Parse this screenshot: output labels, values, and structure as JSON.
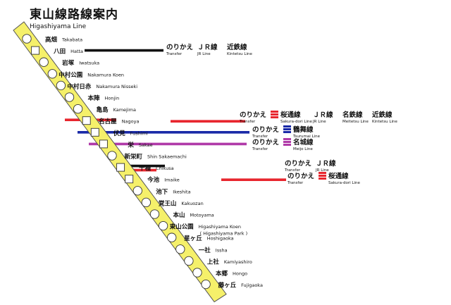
{
  "title": "東山線路線案内",
  "subtitle": "Higashiyama Line",
  "colors": {
    "line_fill": "#f5f06a",
    "line_stroke": "#555555",
    "jr": "#111111",
    "sakuradori": "#e8262e",
    "tsurumai": "#1a2aa8",
    "meijo": "#b03aa8"
  },
  "stations": [
    {
      "jp": "高畑",
      "en": "Takabata",
      "marker": "circle"
    },
    {
      "jp": "八田",
      "en": "Hatta",
      "marker": "square"
    },
    {
      "jp": "岩塚",
      "en": "Iwatsuka",
      "marker": "circle"
    },
    {
      "jp": "中村公園",
      "en": "Nakamura Koen",
      "marker": "circle"
    },
    {
      "jp": "中村日赤",
      "en": "Nakamura Nisseki",
      "marker": "circle"
    },
    {
      "jp": "本陣",
      "en": "Honjin",
      "marker": "circle"
    },
    {
      "jp": "亀島",
      "en": "Kamejima",
      "marker": "circle"
    },
    {
      "jp": "名古屋",
      "en": "Nagoya",
      "marker": "square"
    },
    {
      "jp": "伏見",
      "en": "Fushimi",
      "marker": "square"
    },
    {
      "jp": "栄",
      "en": "Sakae",
      "marker": "square"
    },
    {
      "jp": "新栄町",
      "en": "Shin Sakaemachi",
      "marker": "circle"
    },
    {
      "jp": "千種",
      "en": "Chikusa",
      "marker": "square"
    },
    {
      "jp": "今池",
      "en": "Imaike",
      "marker": "square"
    },
    {
      "jp": "池下",
      "en": "Ikeshita",
      "marker": "circle"
    },
    {
      "jp": "覚王山",
      "en": "Kakuozan",
      "marker": "circle"
    },
    {
      "jp": "本山",
      "en": "Motoyama",
      "marker": "circle"
    },
    {
      "jp": "東山公園",
      "en": "Higashiyama Koen",
      "en2": "( Higashiyama Park )",
      "marker": "circle"
    },
    {
      "jp": "星ヶ丘",
      "en": "Hoshigaoka",
      "marker": "circle"
    },
    {
      "jp": "一社",
      "en": "Issha",
      "marker": "circle"
    },
    {
      "jp": "上社",
      "en": "Kamiyashiro",
      "marker": "circle"
    },
    {
      "jp": "本郷",
      "en": "Hongo",
      "marker": "circle"
    },
    {
      "jp": "藤ヶ丘",
      "en": "Fujigaoka",
      "marker": "circle"
    }
  ],
  "transfers": {
    "hatta": {
      "norikae": "のりかえ",
      "norikae_en": "Transfer",
      "lines": [
        {
          "jp": "ＪＲ線",
          "en": "JR Line"
        },
        {
          "jp": "近鉄線",
          "en": "Kintetsu Line"
        }
      ]
    },
    "nagoya": {
      "norikae": "のりかえ",
      "norikae_en": "Transfer",
      "lines": [
        {
          "jp": "桜通線",
          "en": "Sakura-dori Line"
        },
        {
          "jp": "ＪＲ線",
          "en": "JR Line"
        },
        {
          "jp": "名鉄線",
          "en": "Meitetsu Line"
        },
        {
          "jp": "近鉄線",
          "en": "Kintetsu Line"
        }
      ]
    },
    "fushimi": {
      "norikae": "のりかえ",
      "norikae_en": "Transfer",
      "lines": [
        {
          "jp": "鶴舞線",
          "en": "Tsurumai Line"
        }
      ]
    },
    "sakae": {
      "norikae": "のりかえ",
      "norikae_en": "Transfer",
      "lines": [
        {
          "jp": "名城線",
          "en": "Meijo Line"
        }
      ]
    },
    "chikusa": {
      "norikae": "のりかえ",
      "norikae_en": "Transfer",
      "lines": [
        {
          "jp": "ＪＲ線",
          "en": "JR Line"
        }
      ]
    },
    "imaike": {
      "norikae": "のりかえ",
      "norikae_en": "Transfer",
      "lines": [
        {
          "jp": "桜通線",
          "en": "Sakura-dori Line"
        }
      ]
    }
  }
}
